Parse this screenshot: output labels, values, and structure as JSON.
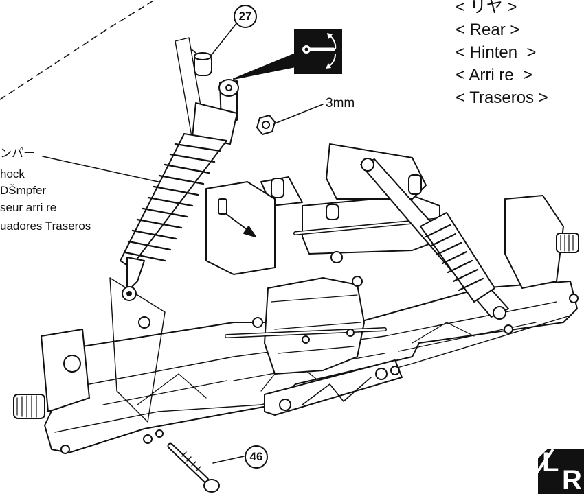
{
  "language_header": {
    "jp": "< リヤ >",
    "en": "< Rear >",
    "de": "< Hinten  >",
    "fr": "< Arri re  >",
    "es": "< Traseros >"
  },
  "shock_label": {
    "jp": "ンパー",
    "en": "hock",
    "de": "DŠmpfer",
    "fr": "seur arri re",
    "es": "uadores Traseros"
  },
  "parts": {
    "top_number": "27",
    "bottom_number": "46",
    "nut_size": "3mm"
  },
  "badge": {
    "left": "L",
    "right": "R"
  },
  "icons": {
    "pivot": "pivot-rotation-icon",
    "lr": "left-right-badge-icon"
  },
  "colors": {
    "ink": "#111111",
    "paper": "#ffffff"
  }
}
